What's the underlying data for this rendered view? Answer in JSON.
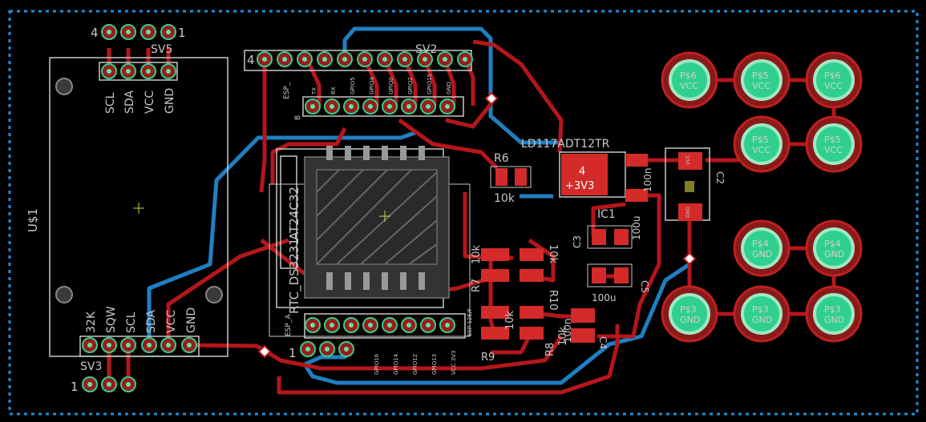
{
  "colors": {
    "background": "#000000",
    "top_copper": "#b5161b",
    "bottom_copper": "#1f7fc0",
    "outline": "#1e8fd6",
    "silk": "#c8c8c8",
    "pad": "#9b1b1b",
    "pad_ring": "#2fd08e",
    "pad_hole": "#5fe3a8",
    "smd": "#d42a2a",
    "origin": "#d6d040"
  },
  "labels": {
    "sv5_pin_left": "4",
    "sv5_pin_right": "1",
    "sv5_name": "SV5",
    "sv5_pins": [
      "SCL",
      "SDA",
      "VCC",
      "GND"
    ],
    "esp_pin_left": "4",
    "sv2_name": "SV2",
    "esp_header_pins": [
      "TX",
      "RX",
      "GPIO5",
      "GPIO4",
      "GPIO0",
      "GPIO2",
      "GPIO15",
      "GND"
    ],
    "esp_top_tag": "ESP_",
    "esp_b_tag": "B",
    "esp_a_tag": "ESP_A",
    "esp_bottom_pins": [
      "GPIO16",
      "GPIO14",
      "GPIO12",
      "GPIO13",
      "VCC 3V3"
    ],
    "esp_left_pin": "1",
    "rtc_name": "RTC_DS3231",
    "eeprom_name": "AT24C32",
    "u1": "U$1",
    "sv3_pin_left": "1",
    "sv3_name": "SV3",
    "sv3_pins": [
      "32K",
      "SQW",
      "SCL",
      "SDA",
      "VCC",
      "GND"
    ],
    "r6_name": "R6",
    "r6_value": "10k",
    "ic1_part": "LD117ADT12TR",
    "ic1_name": "IC1",
    "ic1_pad_num": "4",
    "ic1_pad_net": "+3V3",
    "c2_name": "C2",
    "c2_value": "100n",
    "c3_name": "C3",
    "c3_value": "100u",
    "c5_name": "C5",
    "c5_value": "100u",
    "c4_name": "C4",
    "c4_value": "100n",
    "r7_name": "R7",
    "r7_value": "10k",
    "r10_name": "R10",
    "r10_value": "10k",
    "r9_name": "R9",
    "r9_value": "10k",
    "r8_name": "R8",
    "r8_value": "10k",
    "esp_side_text": "ESP-12E/F",
    "vcc_tag": "VCC",
    "gnd_tag": "GND",
    "vcc_pad": "VCC",
    "gnd_pad": "GND",
    "vcc_pad_prefix": "P$",
    "gnd_pad_prefix": "P$"
  }
}
